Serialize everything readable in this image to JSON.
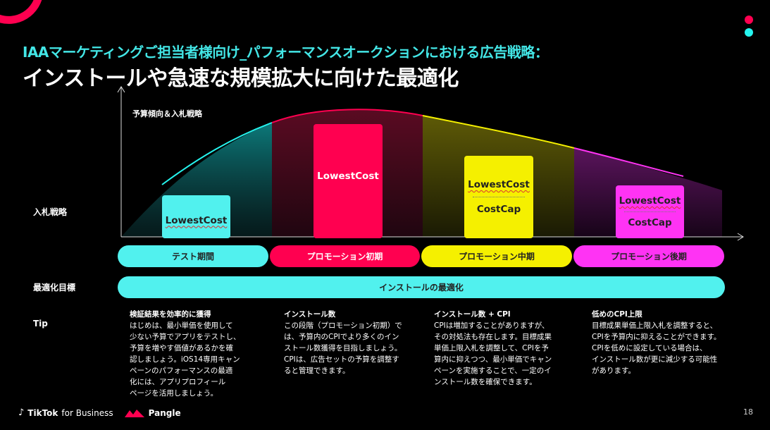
{
  "header": {
    "subtitle": "IAAマーケティングご担当者様向け_パフォーマンスオークションにおける広告戦略：",
    "title": "インストールや急速な規模拡大に向けた最適化"
  },
  "colors": {
    "accent_red": "#ff0050",
    "accent_cyan": "#25f4ee",
    "phase1": "#51f1ee",
    "phase2": "#ff0050",
    "phase3": "#f5f000",
    "phase4": "#ff33f4"
  },
  "chart": {
    "label": "予算傾向＆入札戦略",
    "bid_strategy_label": "入札戦略",
    "boxes": [
      {
        "top": "LowestCost",
        "bottom": ""
      },
      {
        "top": "LowestCost",
        "bottom": ""
      },
      {
        "top": "LowestCost",
        "bottom": "CostCap"
      },
      {
        "top": "LowestCost",
        "bottom": "CostCap"
      }
    ]
  },
  "phases": [
    "テスト期間",
    "プロモーション初期",
    "プロモーション中期",
    "プロモーション後期"
  ],
  "goal_label": "最適化目標",
  "goal": "インストールの最適化",
  "tip_label": "Tip",
  "tips": [
    {
      "heading": "検証結果を効率的に獲得",
      "lines": [
        "はじめは、最小単価を使用して",
        "少ない予算でアプリをテストし、",
        "予算を増やす価値があるかを確",
        "認しましょう。iOS14専用キャン",
        "ペーンのパフォーマンスの最適",
        "化には、アプリプロフィール",
        "ページを活用しましょう。"
      ]
    },
    {
      "heading": "インストール数",
      "lines": [
        "この段階（プロモーション初期）で",
        "は、予算内のCPIでより多くのイン",
        "ストール数獲得を目指しましょう。",
        "CPIは、広告セットの予算を調整す",
        "ると管理できます。"
      ]
    },
    {
      "heading": "インストール数 + CPI",
      "lines": [
        "CPIは増加することがありますが、",
        "その対処法も存在します。目標成果",
        "単価上限入札を調整して、CPIを予",
        "算内に抑えつつ、最小単価でキャン",
        "ペーンを実施することで、一定のイ",
        "ンストール数を確保できます。"
      ]
    },
    {
      "heading": "低めのCPI上限",
      "lines": [
        "目標成果単価上限入札を調整すると、",
        "CPIを予算内に抑えることができます。",
        "CPIを低めに設定している場合は、",
        "インストール数が更に減少する可能性",
        "があります。"
      ]
    }
  ],
  "footer": {
    "brand1": "TikTok",
    "brand1_suffix": "for Business",
    "brand2": "Pangle",
    "page_number": "18"
  }
}
